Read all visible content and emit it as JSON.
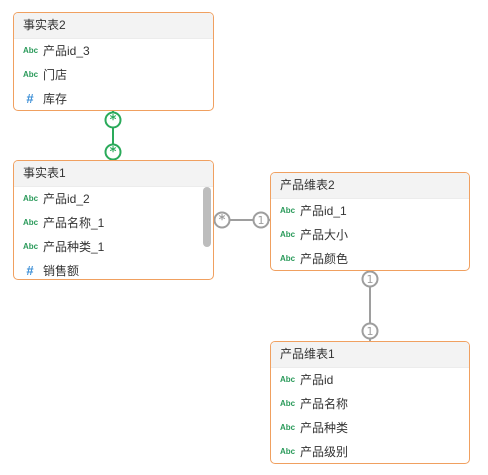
{
  "tables": {
    "fact2": {
      "title": "事实表2",
      "fields": [
        {
          "icon": "abc",
          "name": "产品id_3"
        },
        {
          "icon": "abc",
          "name": "门店"
        },
        {
          "icon": "number",
          "name": "库存"
        }
      ]
    },
    "fact1": {
      "title": "事实表1",
      "fields": [
        {
          "icon": "abc",
          "name": "产品id_2"
        },
        {
          "icon": "abc",
          "name": "产品名称_1"
        },
        {
          "icon": "abc",
          "name": "产品种类_1"
        },
        {
          "icon": "number",
          "name": "销售额"
        }
      ]
    },
    "dim2": {
      "title": "产品维表2",
      "fields": [
        {
          "icon": "abc",
          "name": "产品id_1"
        },
        {
          "icon": "abc",
          "name": "产品大小"
        },
        {
          "icon": "abc",
          "name": "产品颜色"
        }
      ]
    },
    "dim1": {
      "title": "产品维表1",
      "fields": [
        {
          "icon": "abc",
          "name": "产品id"
        },
        {
          "icon": "abc",
          "name": "产品名称"
        },
        {
          "icon": "abc",
          "name": "产品种类"
        },
        {
          "icon": "abc",
          "name": "产品级别"
        }
      ]
    }
  },
  "icon_text": {
    "abc": "Abc",
    "number": "#"
  },
  "relations": [
    {
      "from": "fact2",
      "to": "fact1",
      "from_card": "*",
      "to_card": "*",
      "color": "#2aaa5a"
    },
    {
      "from": "fact1",
      "to": "dim2",
      "from_card": "*",
      "to_card": "1",
      "color": "#9e9e9e"
    },
    {
      "from": "dim2",
      "to": "dim1",
      "from_card": "1",
      "to_card": "1",
      "color": "#9e9e9e"
    }
  ],
  "colors": {
    "table_border": "#f0a060",
    "header_bg": "#f3f3f3",
    "abc_icon": "#2a9a5a",
    "number_icon": "#3b8ed6"
  }
}
